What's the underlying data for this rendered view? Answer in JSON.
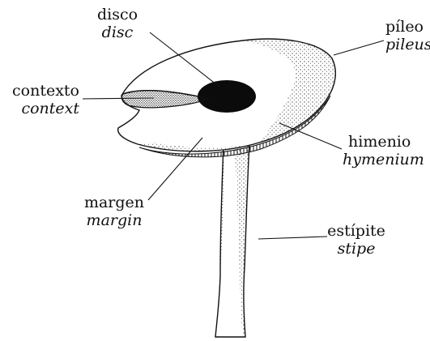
{
  "labels": {
    "disc": {
      "es": "disco",
      "en": "disc"
    },
    "pileus": {
      "es": "píleo",
      "en": "pileus"
    },
    "context": {
      "es": "contexto",
      "en": "context"
    },
    "hymenium": {
      "es": "himenio",
      "en": "hymenium"
    },
    "margin": {
      "es": "margen",
      "en": "margin"
    },
    "stipe": {
      "es": "estípite",
      "en": "stipe"
    }
  },
  "colors": {
    "ink": "#111111",
    "background": "#ffffff"
  }
}
